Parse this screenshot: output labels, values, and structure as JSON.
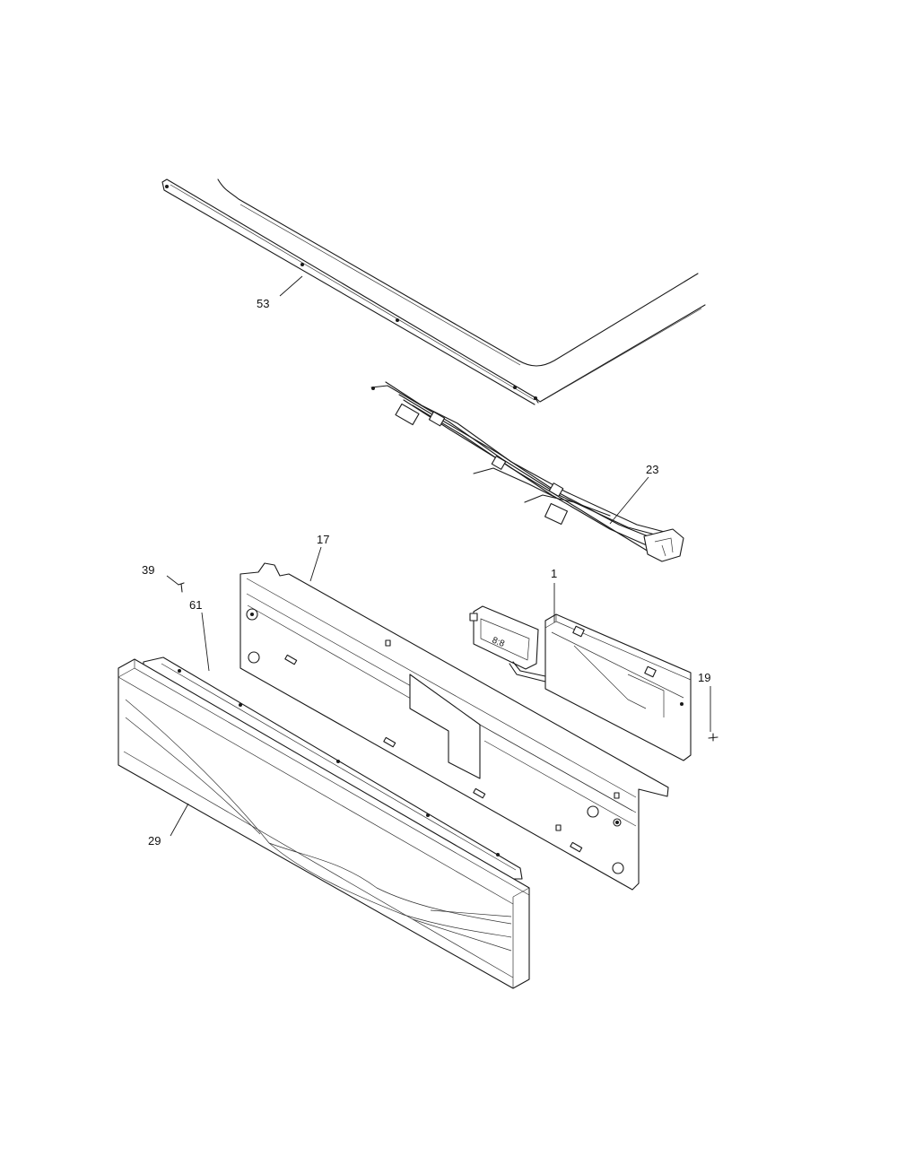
{
  "callouts": {
    "top_panel": "53",
    "wire_harness": "23",
    "control_bracket": "17",
    "control_board": "1",
    "screw_small": "39",
    "panel_trim": "61",
    "screw_right": "19",
    "control_panel_front": "29"
  }
}
